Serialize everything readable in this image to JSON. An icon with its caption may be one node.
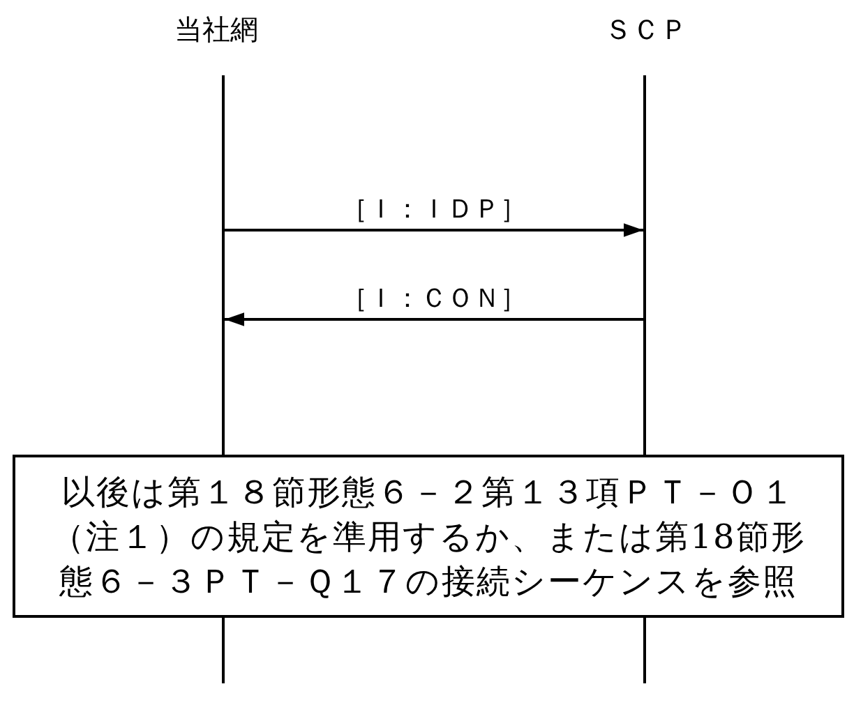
{
  "diagram": {
    "nodes": [
      {
        "text": [
          "当社網"
        ]
      },
      {
        "text": [
          "ＳＣＰ"
        ]
      },
      {
        "text": [],
        "shape": "line"
      },
      {
        "text": [],
        "shape": "line"
      },
      {
        "text": [
          "以後は第１８節形態６－２第１３項ＰＴ－Ｏ１（注１）の規定を準用するか、または第18節形態６－３ＰＴ－Ｑ１７の接続シーケンスを参照"
        ]
      }
    ],
    "edges": [
      {
        "from": 2,
        "to": 3,
        "arrow": "to",
        "label": "［Ｉ：ＩＤＰ］"
      },
      {
        "from": 3,
        "to": 2,
        "arrow": "to",
        "label": "［Ｉ：ＣＯＮ］"
      }
    ]
  }
}
